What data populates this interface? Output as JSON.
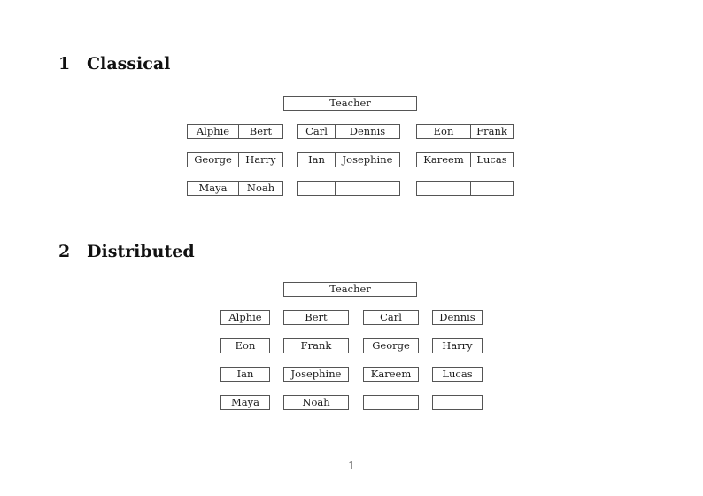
{
  "page": {
    "number": "1"
  },
  "sections": [
    {
      "number": "1",
      "title": "Classical"
    },
    {
      "number": "2",
      "title": "Distributed"
    }
  ],
  "classical": {
    "teacher_label": "Teacher",
    "rows": [
      {
        "desks": [
          {
            "left": "Alphie",
            "right": "Bert"
          },
          {
            "left": "Carl",
            "right": "Dennis"
          },
          {
            "left": "Eon",
            "right": "Frank"
          }
        ]
      },
      {
        "desks": [
          {
            "left": "George",
            "right": "Harry"
          },
          {
            "left": "Ian",
            "right": "Josephine"
          },
          {
            "left": "Kareem",
            "right": "Lucas"
          }
        ]
      },
      {
        "desks": [
          {
            "left": "Maya",
            "right": "Noah"
          },
          {
            "left": "",
            "right": ""
          },
          {
            "left": "",
            "right": ""
          }
        ]
      }
    ]
  },
  "distributed": {
    "teacher_label": "Teacher",
    "rows": [
      [
        "Alphie",
        "Bert",
        "Carl",
        "Dennis"
      ],
      [
        "Eon",
        "Frank",
        "George",
        "Harry"
      ],
      [
        "Ian",
        "Josephine",
        "Kareem",
        "Lucas"
      ],
      [
        "Maya",
        "Noah",
        "",
        ""
      ]
    ]
  }
}
